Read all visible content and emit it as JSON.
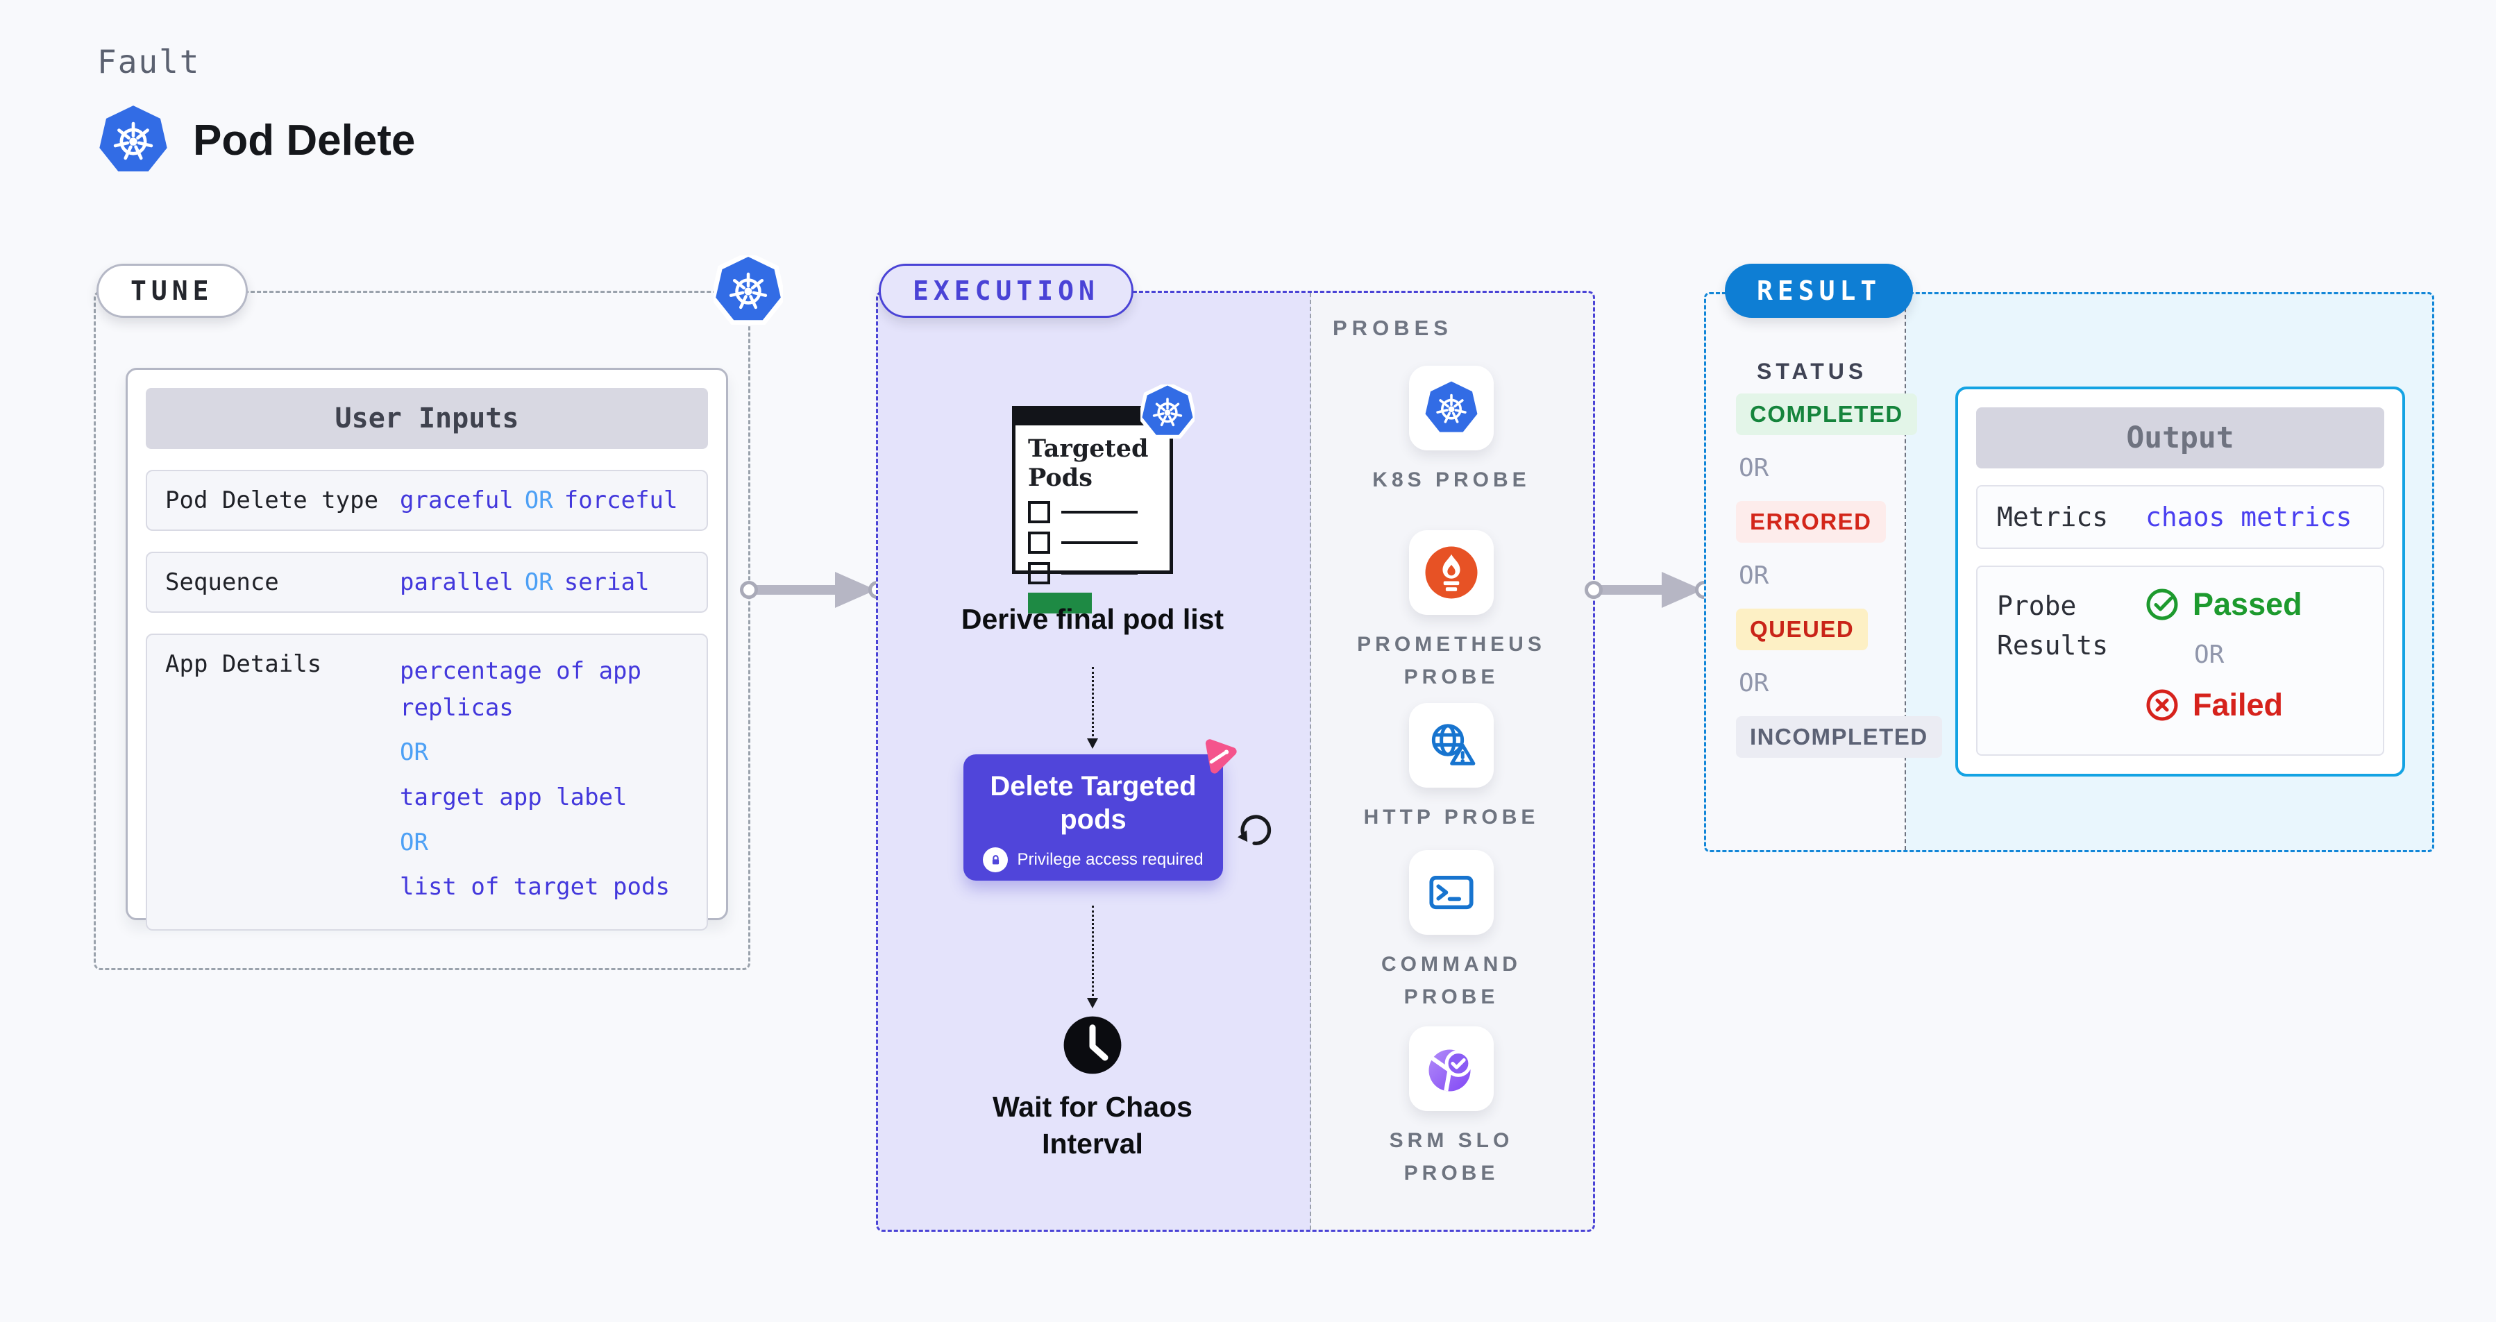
{
  "colors": {
    "page_bg": "#f8f9fc",
    "k8s_blue": "#326ce5",
    "tune_dash": "#9aa2ac",
    "execution_indigo": "#4a43d6",
    "execution_bg": "#e4e3fb",
    "probes_bg": "#f4f5f9",
    "value_indigo": "#4338dc",
    "or_blue": "#4da0f5",
    "delete_button_bg": "#5045da",
    "chaos_pink": "#f4548c",
    "result_blue": "#0e7ed4",
    "result_dash": "#1286d8",
    "result_bg": "#e9f6fd",
    "output_border": "#14a3e3",
    "passed_green": "#1d9a2e",
    "failed_red": "#d6221c",
    "prometheus_orange": "#e75225",
    "arrow_gray": "#b6b6c4"
  },
  "header": {
    "category": "Fault",
    "title": "Pod Delete"
  },
  "tune": {
    "pill": "TUNE",
    "panel_title": "User Inputs",
    "rows": [
      {
        "label": "Pod Delete type",
        "segments": [
          {
            "text": "graceful",
            "kind": "value"
          },
          {
            "text": "OR",
            "kind": "or"
          },
          {
            "text": "forceful",
            "kind": "value"
          }
        ]
      },
      {
        "label": "Sequence",
        "segments": [
          {
            "text": "parallel",
            "kind": "value"
          },
          {
            "text": "OR",
            "kind": "or"
          },
          {
            "text": "serial",
            "kind": "value"
          }
        ]
      },
      {
        "label": "App Details",
        "segments": [
          {
            "text": "percentage of app replicas",
            "kind": "value"
          },
          {
            "text": "OR",
            "kind": "or"
          },
          {
            "text": "target app label",
            "kind": "value"
          },
          {
            "text": "OR",
            "kind": "or"
          },
          {
            "text": "list of target pods",
            "kind": "value"
          }
        ]
      }
    ]
  },
  "execution": {
    "pill": "EXECUTION",
    "pods_card": {
      "title_line1": "Targeted",
      "title_line2": "Pods"
    },
    "derive_label": "Derive final pod list",
    "delete_button": {
      "title": "Delete Targeted pods",
      "note": "Privilege access required"
    },
    "wait_label": "Wait for Chaos Interval",
    "probes": {
      "title": "PROBES",
      "items": [
        {
          "icon": "kubernetes-icon",
          "label": "K8S PROBE"
        },
        {
          "icon": "prometheus-icon",
          "label": "PROMETHEUS PROBE"
        },
        {
          "icon": "globe-alert-icon",
          "label": "HTTP PROBE"
        },
        {
          "icon": "terminal-icon",
          "label": "COMMAND PROBE"
        },
        {
          "icon": "slo-check-icon",
          "label": "SRM SLO PROBE"
        }
      ]
    }
  },
  "result": {
    "pill": "RESULT",
    "status": {
      "title": "STATUS",
      "items": [
        {
          "text": "COMPLETED",
          "kind": "badge",
          "style": "green"
        },
        {
          "text": "OR",
          "kind": "or"
        },
        {
          "text": "ERRORED",
          "kind": "badge",
          "style": "red"
        },
        {
          "text": "OR",
          "kind": "or"
        },
        {
          "text": "QUEUED",
          "kind": "badge",
          "style": "yellow"
        },
        {
          "text": "OR",
          "kind": "or"
        },
        {
          "text": "INCOMPLETED",
          "kind": "badge",
          "style": "gray"
        }
      ]
    },
    "output": {
      "title": "Output",
      "metrics": {
        "label": "Metrics",
        "value": "chaos metrics"
      },
      "probe_results": {
        "label": "Probe Results",
        "passed": "Passed",
        "or": "OR",
        "failed": "Failed"
      }
    }
  }
}
